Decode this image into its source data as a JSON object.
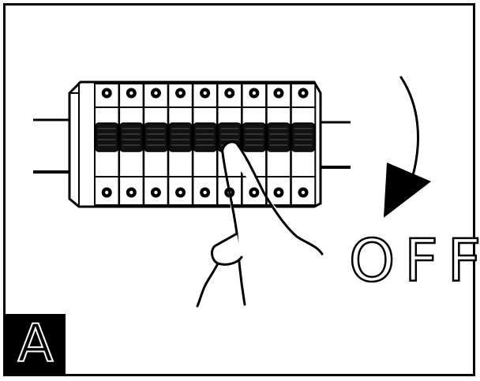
{
  "instruction": {
    "action_label": "OFF",
    "step_badge": "A"
  },
  "colors": {
    "ink": "#000000",
    "paper": "#ffffff"
  },
  "icons": {
    "breaker_panel": "circuit-breaker-panel-icon",
    "hand": "pointing-hand-icon",
    "arrow": "curved-arrow-down-icon"
  },
  "breakers": {
    "count": 9,
    "switch_state": "on"
  }
}
